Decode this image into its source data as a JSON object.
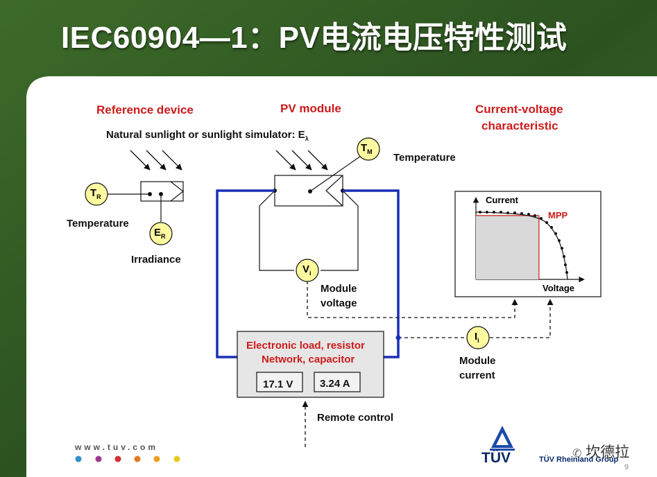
{
  "title": "IEC60904—1：PV电流电压特性测试",
  "sections": {
    "reference_device": "Reference device",
    "pv_module": "PV module",
    "iv_line1": "Current-voltage",
    "iv_line2": "characteristic"
  },
  "labels": {
    "sunlight": "Natural sunlight or sunlight simulator: E",
    "sunlight_sub": "λ",
    "temp_ref": "Temperature",
    "temp_mod": "Temperature",
    "irradiance": "Irradiance",
    "module_voltage_1": "Module",
    "module_voltage_2": "voltage",
    "module_current_1": "Module",
    "module_current_2": "current",
    "remote_control": "Remote control"
  },
  "symbols": {
    "tr": "T",
    "tr_sub": "R",
    "er": "E",
    "er_sub": "R",
    "tm": "T",
    "tm_sub": "M",
    "vi": "V",
    "vi_sub": "i",
    "ii": "I",
    "ii_sub": "i"
  },
  "load_box": {
    "line1": "Electronic load, resistor",
    "line2": "Network, capacitor",
    "voltage_reading": "17.1 V",
    "current_reading": "3.24 A"
  },
  "chart": {
    "y_label": "Current",
    "x_label": "Voltage",
    "mpp": "MPP",
    "mpp_value": {
      "voltage_fraction": 0.64,
      "current_fraction": 0.95
    }
  },
  "footer": {
    "url": "www.tuv.com",
    "logo": "TÜV",
    "group": "TÜV Rheinland Group",
    "page": "9",
    "watermark": "坎德拉"
  },
  "colors": {
    "title": "#ffffff",
    "accent_red": "#cc1a1a",
    "wire_blue": "#1a2fb5",
    "symbol_fill": "#fff9a0",
    "mpp_fill": "#d9d9d9",
    "background": "#2d5a1e",
    "dots": [
      "#2e8fc9",
      "#9b3b8e",
      "#d03030",
      "#e37a23",
      "#f0a020",
      "#e8c820"
    ]
  }
}
